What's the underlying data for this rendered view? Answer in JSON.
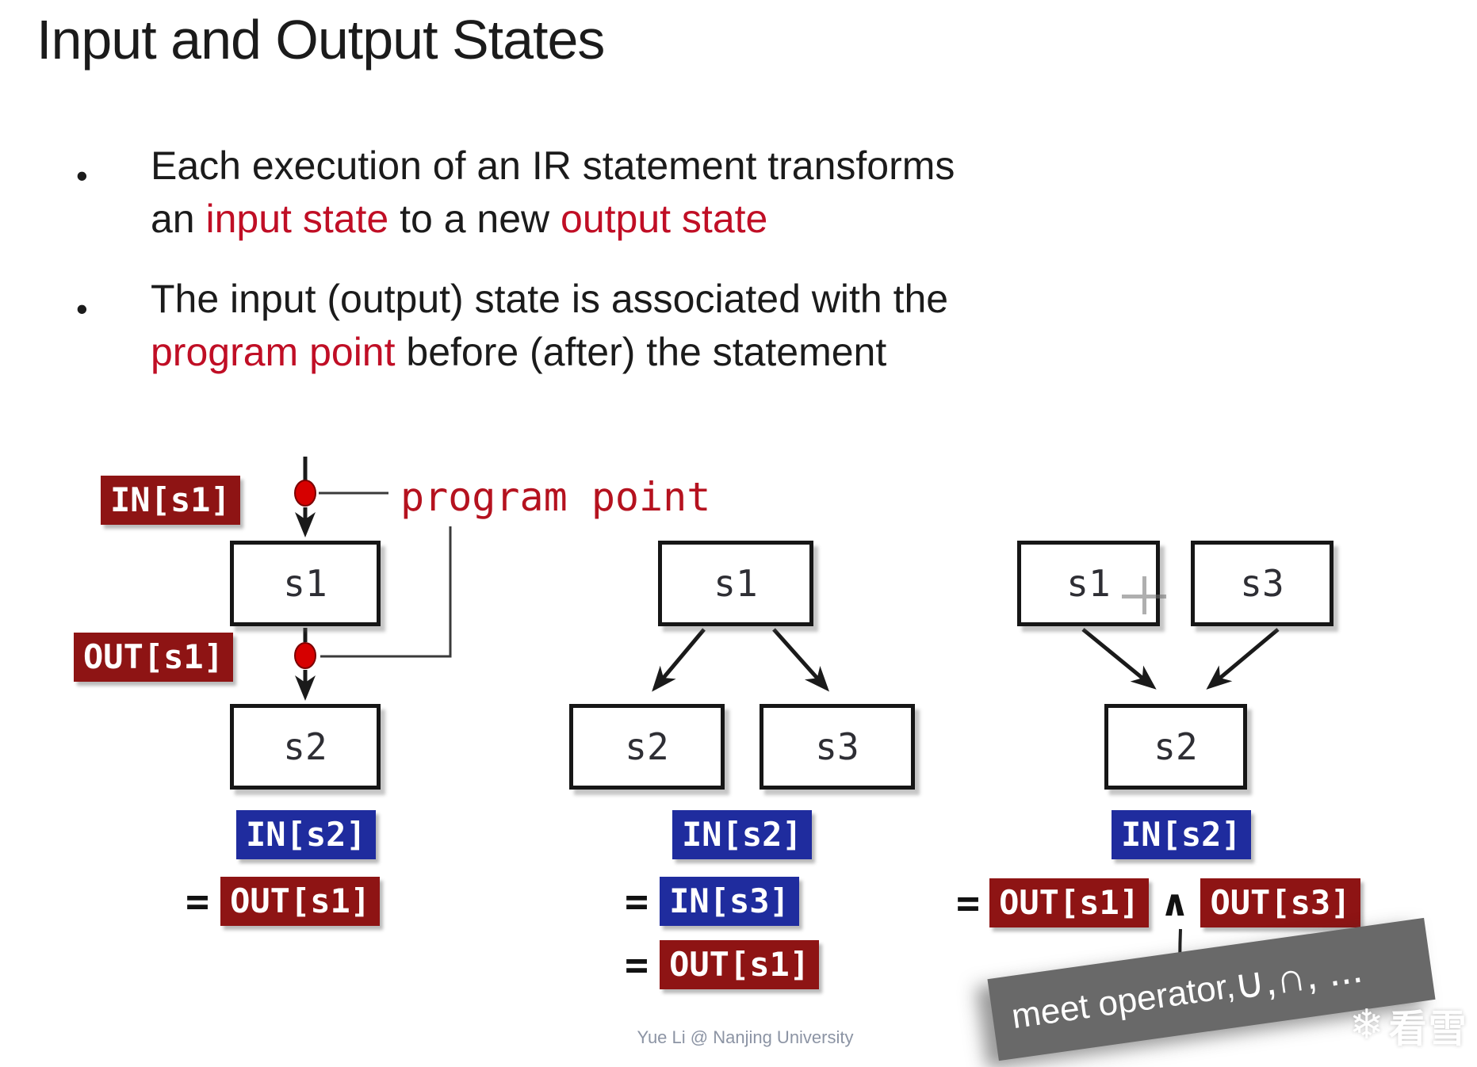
{
  "title": "Input and Output States",
  "bullets": {
    "marker": "•",
    "b1": {
      "line1": "Each execution of an IR statement transforms",
      "line2_seg1": "an ",
      "line2_seg2": "input state",
      "line2_seg3": " to a new ",
      "line2_seg4": "output state"
    },
    "b2": {
      "line1": "The input (output) state is associated with the",
      "line2_seg1": "program point",
      "line2_seg2": " before (after) the statement"
    }
  },
  "diagram": {
    "program_point_label": "program point",
    "left": {
      "in_chip": "IN[s1]",
      "out_chip": "OUT[s1]",
      "top_box": "s1",
      "bottom_box": "s2",
      "in_s2_chip": "IN[s2]",
      "eq": "=",
      "eq_chip": "OUT[s1]"
    },
    "middle": {
      "top_box": "s1",
      "left_box": "s2",
      "right_box": "s3",
      "in_s2_chip": "IN[s2]",
      "eq1": "=",
      "eq1_chip": "IN[s3]",
      "eq2": "=",
      "eq2_chip": "OUT[s1]"
    },
    "right": {
      "left_box": "s1",
      "right_box": "s3",
      "bottom_box": "s2",
      "in_s2_chip": "IN[s2]",
      "eq": "=",
      "eq_chip1": "OUT[s1]",
      "meet_symbol": "∧",
      "eq_chip2": "OUT[s3]"
    }
  },
  "banner": {
    "text_main": "meet operator, ",
    "text_symbols": "∪,∩, ..."
  },
  "footer": "Yue Li @ Nanjing University",
  "watermark": {
    "icon": "snowflake-icon",
    "icon_glyph": "❄",
    "text": "看雪"
  },
  "colors": {
    "maroon_chip": "#8E1414",
    "blue_chip": "#1F2C9E",
    "red_text": "#C00E25",
    "dot_red": "#D60000",
    "banner_gray": "#696969"
  }
}
